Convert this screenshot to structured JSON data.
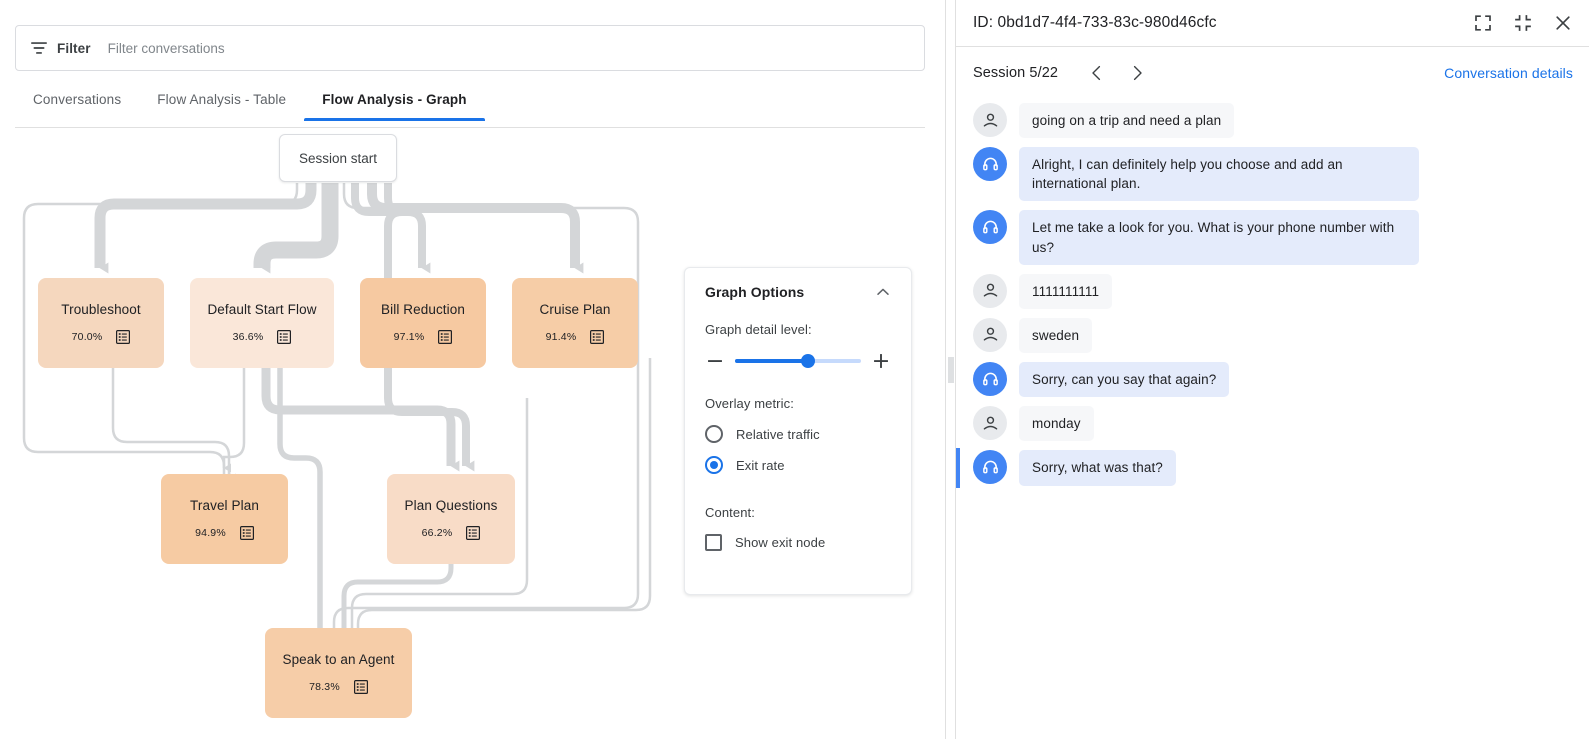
{
  "filter": {
    "icon": "filter-icon",
    "label": "Filter",
    "placeholder": "Filter conversations",
    "value": ""
  },
  "tabs": [
    {
      "label": "Conversations",
      "active": false
    },
    {
      "label": "Flow Analysis - Table",
      "active": false
    },
    {
      "label": "Flow Analysis - Graph",
      "active": true
    }
  ],
  "graph": {
    "start_node": {
      "label": "Session start"
    },
    "nodes": [
      {
        "id": "troubleshoot",
        "label": "Troubleshoot",
        "metric": "70.0%",
        "fill": "#F5D7BE",
        "icon": "list-detail-icon"
      },
      {
        "id": "default-start",
        "label": "Default Start Flow",
        "metric": "36.6%",
        "fill": "#FAE7D9",
        "icon": "list-detail-icon"
      },
      {
        "id": "bill-reduction",
        "label": "Bill Reduction",
        "metric": "97.1%",
        "fill": "#F6C9A1",
        "icon": "list-detail-icon"
      },
      {
        "id": "cruise-plan",
        "label": "Cruise Plan",
        "metric": "91.4%",
        "fill": "#F6CDA7",
        "icon": "list-detail-icon"
      },
      {
        "id": "travel-plan",
        "label": "Travel Plan",
        "metric": "94.9%",
        "fill": "#F6CBA3",
        "icon": "list-detail-icon"
      },
      {
        "id": "plan-questions",
        "label": "Plan Questions",
        "metric": "66.2%",
        "fill": "#F8DCC7",
        "icon": "list-detail-icon"
      },
      {
        "id": "speak-agent",
        "label": "Speak to an Agent",
        "metric": "78.3%",
        "fill": "#F6CDA8",
        "icon": "list-detail-icon"
      }
    ],
    "edge_color": "#d4d6d8"
  },
  "graph_options": {
    "title": "Graph Options",
    "collapse_icon": "chevron-up-icon",
    "detail_level": {
      "label": "Graph detail level:",
      "value": 58,
      "min": 0,
      "max": 100,
      "decrease_icon": "minus-icon",
      "increase_icon": "plus-icon"
    },
    "overlay_metric": {
      "label": "Overlay metric:",
      "options": [
        {
          "label": "Relative traffic",
          "selected": false
        },
        {
          "label": "Exit rate",
          "selected": true
        }
      ]
    },
    "content": {
      "label": "Content:",
      "options": [
        {
          "label": "Show exit node",
          "checked": false
        }
      ]
    },
    "accent": "#1a73e8"
  },
  "detail_panel": {
    "id_text": "ID: 0bd1d7-4f4-733-83c-980d46cfc",
    "header_icons": [
      {
        "name": "fullscreen-icon"
      },
      {
        "name": "collapse-icon"
      },
      {
        "name": "close-icon"
      }
    ],
    "session_label": "Session 5/22",
    "prev_icon": "chevron-left-icon",
    "next_icon": "chevron-right-icon",
    "conversation_details_link": "Conversation details",
    "link_color": "#1a73e8",
    "messages": [
      {
        "speaker": "user",
        "text": "going on a trip and need a plan",
        "highlighted": false
      },
      {
        "speaker": "agent",
        "text": "Alright, I can definitely help you choose and add an international plan.",
        "highlighted": false
      },
      {
        "speaker": "agent",
        "text": "Let me take a look for you. What is your phone number with us?",
        "highlighted": false
      },
      {
        "speaker": "user",
        "text": "1111111111",
        "highlighted": false
      },
      {
        "speaker": "user",
        "text": "sweden",
        "highlighted": false
      },
      {
        "speaker": "agent",
        "text": "Sorry, can you say that again?",
        "highlighted": false
      },
      {
        "speaker": "user",
        "text": "monday",
        "highlighted": false
      },
      {
        "speaker": "agent",
        "text": "Sorry, what was that?",
        "highlighted": true
      }
    ]
  }
}
